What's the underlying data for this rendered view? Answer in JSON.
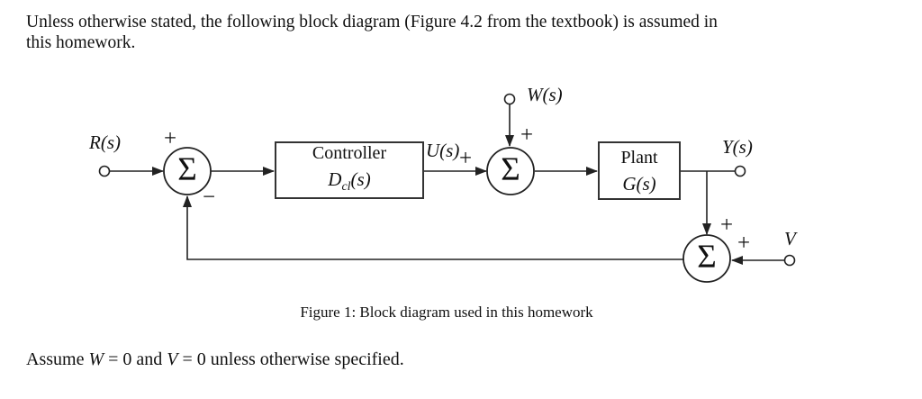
{
  "intro": {
    "line1": "Unless otherwise stated, the following block diagram (Figure 4.2 from the textbook) is assumed in",
    "line2": "this homework."
  },
  "diagram": {
    "labels": {
      "r": "R(s)",
      "w": "W(s)",
      "u": "U(s)",
      "y": "Y(s)",
      "v": "V"
    },
    "signs": {
      "j1_plus": "+",
      "j1_minus": "−",
      "j2_u_plus": "+",
      "j2_w_plus": "+",
      "j3_top_plus": "+",
      "j3_v_plus": "+"
    },
    "junctions": {
      "sigma": "Σ"
    },
    "controller": {
      "title": "Controller",
      "tf_base": "D",
      "tf_sub": "cl",
      "tf_args": "(s)"
    },
    "plant": {
      "title": "Plant",
      "tf": "G(s)"
    },
    "line_color": "#222222"
  },
  "caption": "Figure 1: Block diagram used in this homework",
  "assumption": {
    "pre": "Assume ",
    "w": "W",
    "mid": " = 0 and ",
    "v": "V",
    "post": " = 0 unless otherwise specified."
  }
}
